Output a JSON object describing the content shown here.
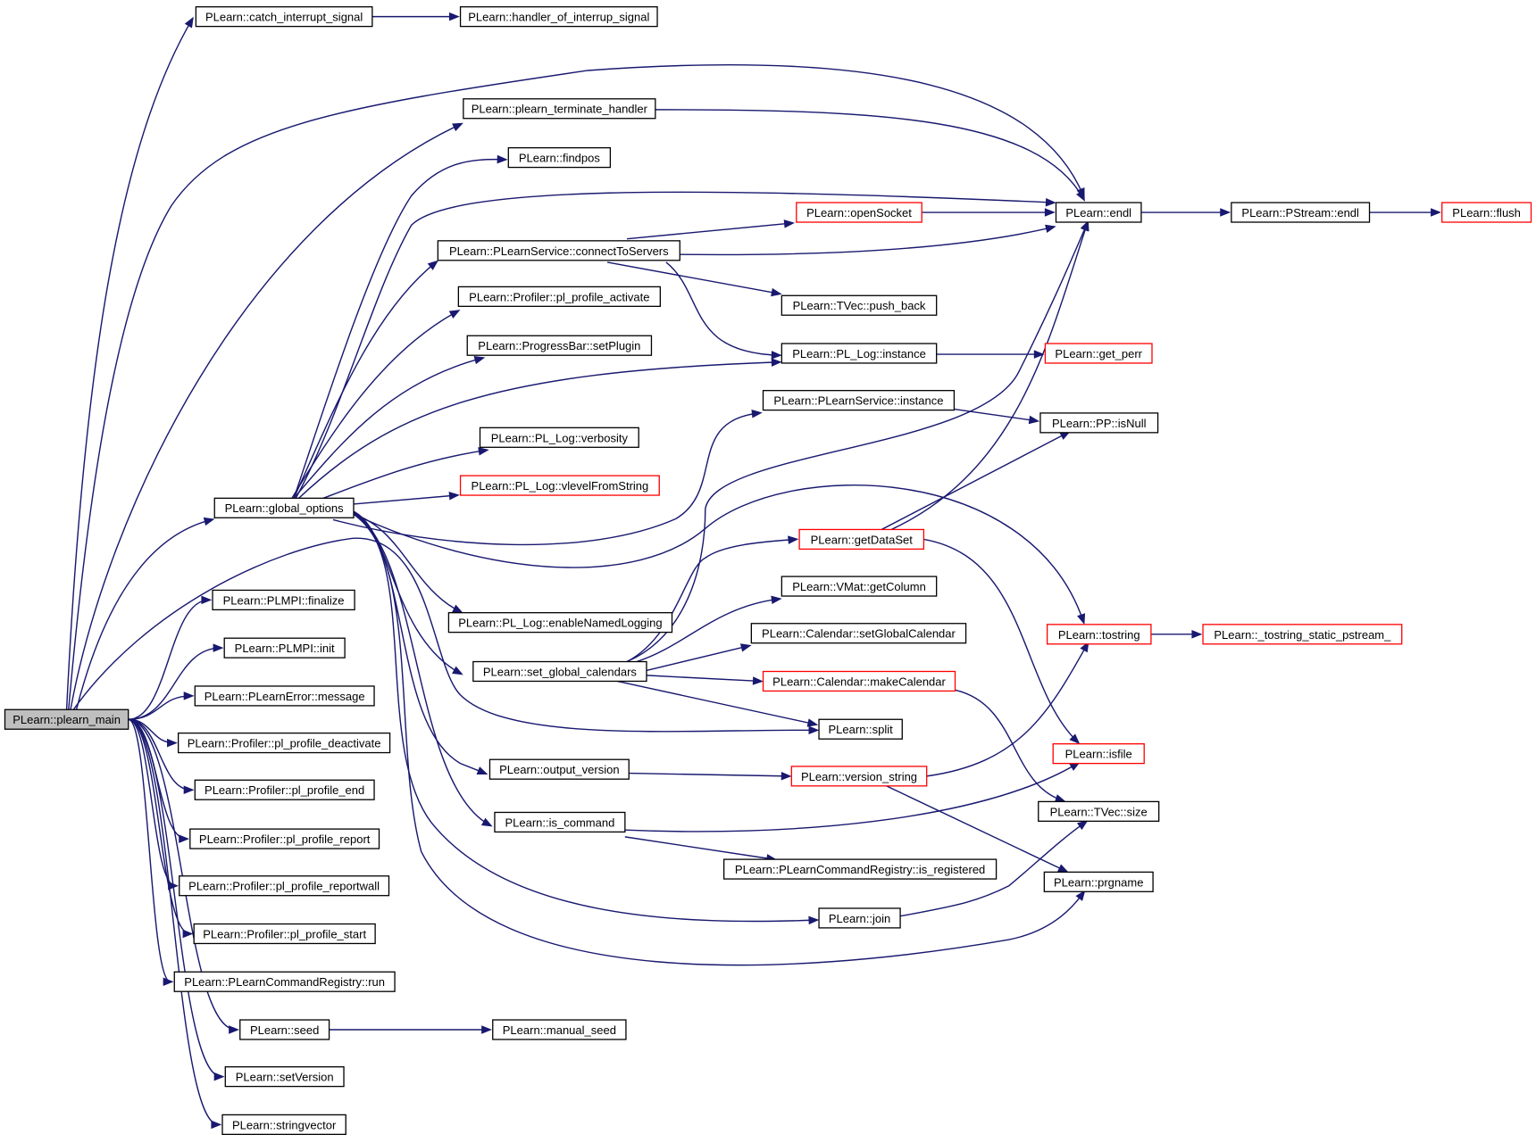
{
  "diagram": {
    "colors": {
      "edge": "#191970",
      "node_border": "#000000",
      "node_border_truncated": "#ff0000",
      "root_fill": "#bfbfbf",
      "node_fill": "#ffffff",
      "text": "#000000"
    },
    "nodes": [
      {
        "id": "pmain",
        "label": "PLearn::plearn_main",
        "root": true,
        "red": false
      },
      {
        "id": "catch",
        "label": "PLearn::catch_interrupt_signal",
        "red": false
      },
      {
        "id": "handler",
        "label": "PLearn::handler_of_interrup_signal",
        "red": false
      },
      {
        "id": "term",
        "label": "PLearn::plearn_terminate_handler",
        "red": false
      },
      {
        "id": "findpos",
        "label": "PLearn::findpos",
        "red": false
      },
      {
        "id": "opensock",
        "label": "PLearn::openSocket",
        "red": true
      },
      {
        "id": "endl",
        "label": "PLearn::endl",
        "red": false
      },
      {
        "id": "psendl",
        "label": "PLearn::PStream::endl",
        "red": false
      },
      {
        "id": "flush",
        "label": "PLearn::flush",
        "red": true
      },
      {
        "id": "connect",
        "label": "PLearn::PLearnService::connectToServers",
        "red": false
      },
      {
        "id": "profact",
        "label": "PLearn::Profiler::pl_profile_activate",
        "red": false
      },
      {
        "id": "pushback",
        "label": "PLearn::TVec::push_back",
        "red": false
      },
      {
        "id": "setplugin",
        "label": "PLearn::ProgressBar::setPlugin",
        "red": false
      },
      {
        "id": "loginst",
        "label": "PLearn::PL_Log::instance",
        "red": false
      },
      {
        "id": "getperr",
        "label": "PLearn::get_perr",
        "red": true
      },
      {
        "id": "servinst",
        "label": "PLearn::PLearnService::instance",
        "red": false
      },
      {
        "id": "isnull",
        "label": "PLearn::PP::isNull",
        "red": false
      },
      {
        "id": "verbosity",
        "label": "PLearn::PL_Log::verbosity",
        "red": false
      },
      {
        "id": "vlevel",
        "label": "PLearn::PL_Log::vlevelFromString",
        "red": true
      },
      {
        "id": "globopt",
        "label": "PLearn::global_options",
        "red": false
      },
      {
        "id": "getdataset",
        "label": "PLearn::getDataSet",
        "red": true
      },
      {
        "id": "getcolumn",
        "label": "PLearn::VMat::getColumn",
        "red": false
      },
      {
        "id": "finalize",
        "label": "PLearn::PLMPI::finalize",
        "red": false
      },
      {
        "id": "enablelog",
        "label": "PLearn::PL_Log::enableNamedLogging",
        "red": false
      },
      {
        "id": "tostring",
        "label": "PLearn::tostring",
        "red": true
      },
      {
        "id": "tostrstat",
        "label": "PLearn::_tostring_static_pstream_",
        "red": true
      },
      {
        "id": "setglobcal",
        "label": "PLearn::Calendar::setGlobalCalendar",
        "red": false
      },
      {
        "id": "init",
        "label": "PLearn::PLMPI::init",
        "red": false
      },
      {
        "id": "setcal",
        "label": "PLearn::set_global_calendars",
        "red": false
      },
      {
        "id": "makecal",
        "label": "PLearn::Calendar::makeCalendar",
        "red": true
      },
      {
        "id": "message",
        "label": "PLearn::PLearnError::message",
        "red": false
      },
      {
        "id": "split",
        "label": "PLearn::split",
        "red": false
      },
      {
        "id": "deact",
        "label": "PLearn::Profiler::pl_profile_deactivate",
        "red": false
      },
      {
        "id": "isfile",
        "label": "PLearn::isfile",
        "red": true
      },
      {
        "id": "outver",
        "label": "PLearn::output_version",
        "red": false
      },
      {
        "id": "verstr",
        "label": "PLearn::version_string",
        "red": true
      },
      {
        "id": "profend",
        "label": "PLearn::Profiler::pl_profile_end",
        "red": false
      },
      {
        "id": "tvsize",
        "label": "PLearn::TVec::size",
        "red": false
      },
      {
        "id": "iscmd",
        "label": "PLearn::is_command",
        "red": false
      },
      {
        "id": "profrep",
        "label": "PLearn::Profiler::pl_profile_report",
        "red": false
      },
      {
        "id": "isreg",
        "label": "PLearn::PLearnCommandRegistry::is_registered",
        "red": false
      },
      {
        "id": "profrepw",
        "label": "PLearn::Profiler::pl_profile_reportwall",
        "red": false
      },
      {
        "id": "prgname",
        "label": "PLearn::prgname",
        "red": false
      },
      {
        "id": "join",
        "label": "PLearn::join",
        "red": false
      },
      {
        "id": "profstart",
        "label": "PLearn::Profiler::pl_profile_start",
        "red": false
      },
      {
        "id": "regrun",
        "label": "PLearn::PLearnCommandRegistry::run",
        "red": false
      },
      {
        "id": "seed",
        "label": "PLearn::seed",
        "red": false
      },
      {
        "id": "mseed",
        "label": "PLearn::manual_seed",
        "red": false
      },
      {
        "id": "setver",
        "label": "PLearn::setVersion",
        "red": false
      },
      {
        "id": "strvec",
        "label": "PLearn::stringvector",
        "red": false
      }
    ],
    "edges": [
      [
        "pmain",
        "catch"
      ],
      [
        "catch",
        "handler"
      ],
      [
        "pmain",
        "endl"
      ],
      [
        "pmain",
        "term"
      ],
      [
        "term",
        "endl"
      ],
      [
        "pmain",
        "globopt"
      ],
      [
        "pmain",
        "finalize"
      ],
      [
        "pmain",
        "init"
      ],
      [
        "pmain",
        "message"
      ],
      [
        "pmain",
        "deact"
      ],
      [
        "pmain",
        "profend"
      ],
      [
        "pmain",
        "profrep"
      ],
      [
        "pmain",
        "profrepw"
      ],
      [
        "pmain",
        "profstart"
      ],
      [
        "pmain",
        "regrun"
      ],
      [
        "pmain",
        "seed"
      ],
      [
        "pmain",
        "setver"
      ],
      [
        "pmain",
        "strvec"
      ],
      [
        "pmain",
        "split"
      ],
      [
        "globopt",
        "findpos"
      ],
      [
        "globopt",
        "endl"
      ],
      [
        "globopt",
        "connect"
      ],
      [
        "globopt",
        "profact"
      ],
      [
        "globopt",
        "setplugin"
      ],
      [
        "globopt",
        "loginst"
      ],
      [
        "globopt",
        "verbosity"
      ],
      [
        "globopt",
        "vlevel"
      ],
      [
        "globopt",
        "servinst"
      ],
      [
        "globopt",
        "tostring"
      ],
      [
        "globopt",
        "enablelog"
      ],
      [
        "globopt",
        "setcal"
      ],
      [
        "globopt",
        "outver"
      ],
      [
        "globopt",
        "iscmd"
      ],
      [
        "globopt",
        "join"
      ],
      [
        "globopt",
        "prgname"
      ],
      [
        "connect",
        "opensock"
      ],
      [
        "connect",
        "endl"
      ],
      [
        "connect",
        "pushback"
      ],
      [
        "connect",
        "loginst"
      ],
      [
        "opensock",
        "endl"
      ],
      [
        "endl",
        "psendl"
      ],
      [
        "psendl",
        "flush"
      ],
      [
        "loginst",
        "getperr"
      ],
      [
        "servinst",
        "isnull"
      ],
      [
        "setcal",
        "endl"
      ],
      [
        "setcal",
        "getdataset"
      ],
      [
        "setcal",
        "getcolumn"
      ],
      [
        "setcal",
        "setglobcal"
      ],
      [
        "setcal",
        "makecal"
      ],
      [
        "setcal",
        "split"
      ],
      [
        "getdataset",
        "isnull"
      ],
      [
        "getdataset",
        "endl"
      ],
      [
        "getdataset",
        "isfile"
      ],
      [
        "tostring",
        "tostrstat"
      ],
      [
        "makecal",
        "tvsize"
      ],
      [
        "outver",
        "verstr"
      ],
      [
        "verstr",
        "tostring"
      ],
      [
        "verstr",
        "prgname"
      ],
      [
        "iscmd",
        "isfile"
      ],
      [
        "iscmd",
        "isreg"
      ],
      [
        "join",
        "tvsize"
      ],
      [
        "seed",
        "mseed"
      ]
    ]
  }
}
